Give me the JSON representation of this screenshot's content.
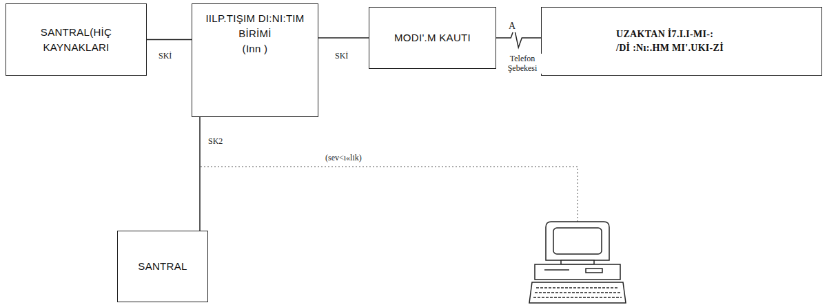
{
  "diagram": {
    "nodes": [
      {
        "text": [
          "SANTRAL(HİÇ KAYNAKLARI"
        ]
      },
      {
        "text": [
          "IILP.TIŞIM DI:NI:TIM BİRİMİ",
          "(Inn )"
        ]
      },
      {
        "text": [
          "MODI'.M KAUTI"
        ]
      },
      {
        "text": [
          "UZAKTAN İ7.I.I-MI-: /Dİ :Nı:.HM MI'.UKI-Zİ"
        ]
      },
      {
        "text": [
          "SANTRAL"
        ]
      }
    ],
    "edges": [
      {
        "from": 0,
        "to": 1,
        "arrow": "none",
        "label": "SKİ"
      },
      {
        "from": 1,
        "to": 2,
        "arrow": "none",
        "label": "SKİ"
      },
      {
        "from": 2,
        "to": 3,
        "arrow": "none",
        "label": "Telefon Şebekesi"
      },
      {
        "from": 1,
        "to": 4,
        "arrow": "none",
        "label": "SK2"
      }
    ],
    "labels": [
      "A",
      "(sev<ı«lik)"
    ]
  }
}
